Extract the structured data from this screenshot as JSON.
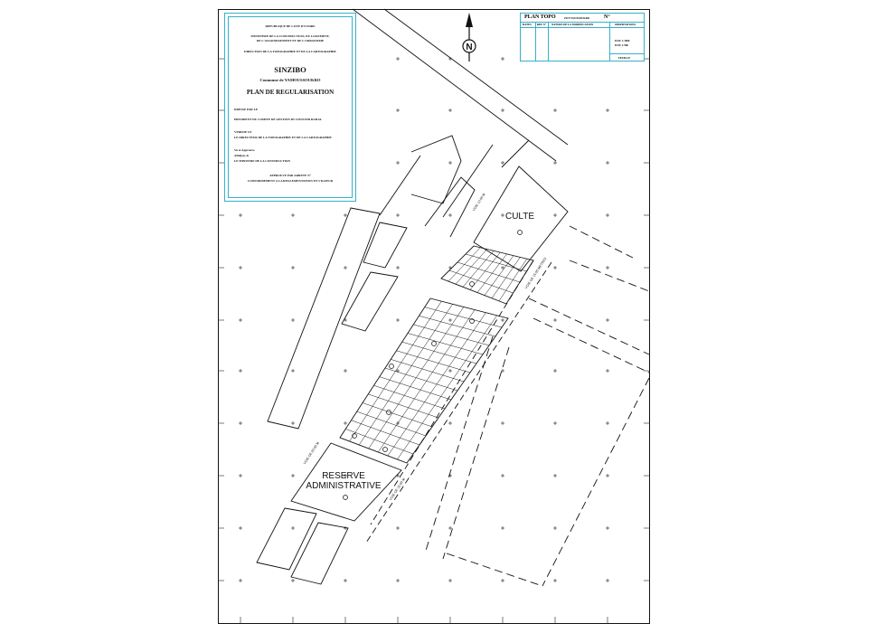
{
  "title_block": {
    "republic": "REPUBLIQUE DE COTE D'IVOIRE",
    "ministry_line1": "MINISTERE DE LA CONSTRUCTION, DU LOGEMENT,",
    "ministry_line2": "DE L'ASSAINISSEMENT ET DE L'URBANISME",
    "directorate": "DIRECTION DE LA TOPOGRAPHIE ET DE LA CARTOGRAPHIE",
    "locality": "SINZIBO",
    "commune": "Commune de YAMOUSSOUKRO",
    "plan_title": "PLAN DE REGULARISATION",
    "line_a": "DRESSE PAR LE",
    "line_b": "PRESIDENT DU COMITE DE GESTION DU FONCIER RURAL",
    "line_c": "VERIFIE LE",
    "line_d": "LE DIRECTEUR DE LA TOPOGRAPHIE ET DE LA CARTOGRAPHIE",
    "line_e": "Vu et Approuve",
    "line_f": "Abidjan, le",
    "line_g": "LE MINISTRE DE LA CONSTRUCTION",
    "line_h": "APPROUVE PAR ARRETE N°",
    "line_i": "CONFORMEMENT A LA REGLEMENTATION EN VIGUEUR"
  },
  "cartouche": {
    "heading": "PLAN TOPO",
    "subheading": "ZOT YOUSSOUKRO",
    "number_label": "N°",
    "col_date": "DATES",
    "col_ref": "REF N°",
    "col_nature": "NATURE DE LA MODIFICATION",
    "col_obs": "OBSERVATIONS",
    "scale1": "ECH. 1/1000",
    "scale2": "ECH. 1/500",
    "sheet": "FEUILLE"
  },
  "map": {
    "north_letter": "N",
    "zones": {
      "culte": "CULTE",
      "reserve_line1": "RESERVE",
      "reserve_line2": "ADMINISTRATIVE"
    },
    "roads": {
      "voie_top": "VOIE 12.00 M",
      "voie_right": "VOIE DE 15.00 METRES",
      "voie_left_bottom": "VOIE DE 20.00 M",
      "voie_bottom": "VOIE DE 15.00 M"
    },
    "colors": {
      "sheet_border": "#111111",
      "frame_accent": "#36b0c9",
      "ink": "#111111"
    }
  }
}
